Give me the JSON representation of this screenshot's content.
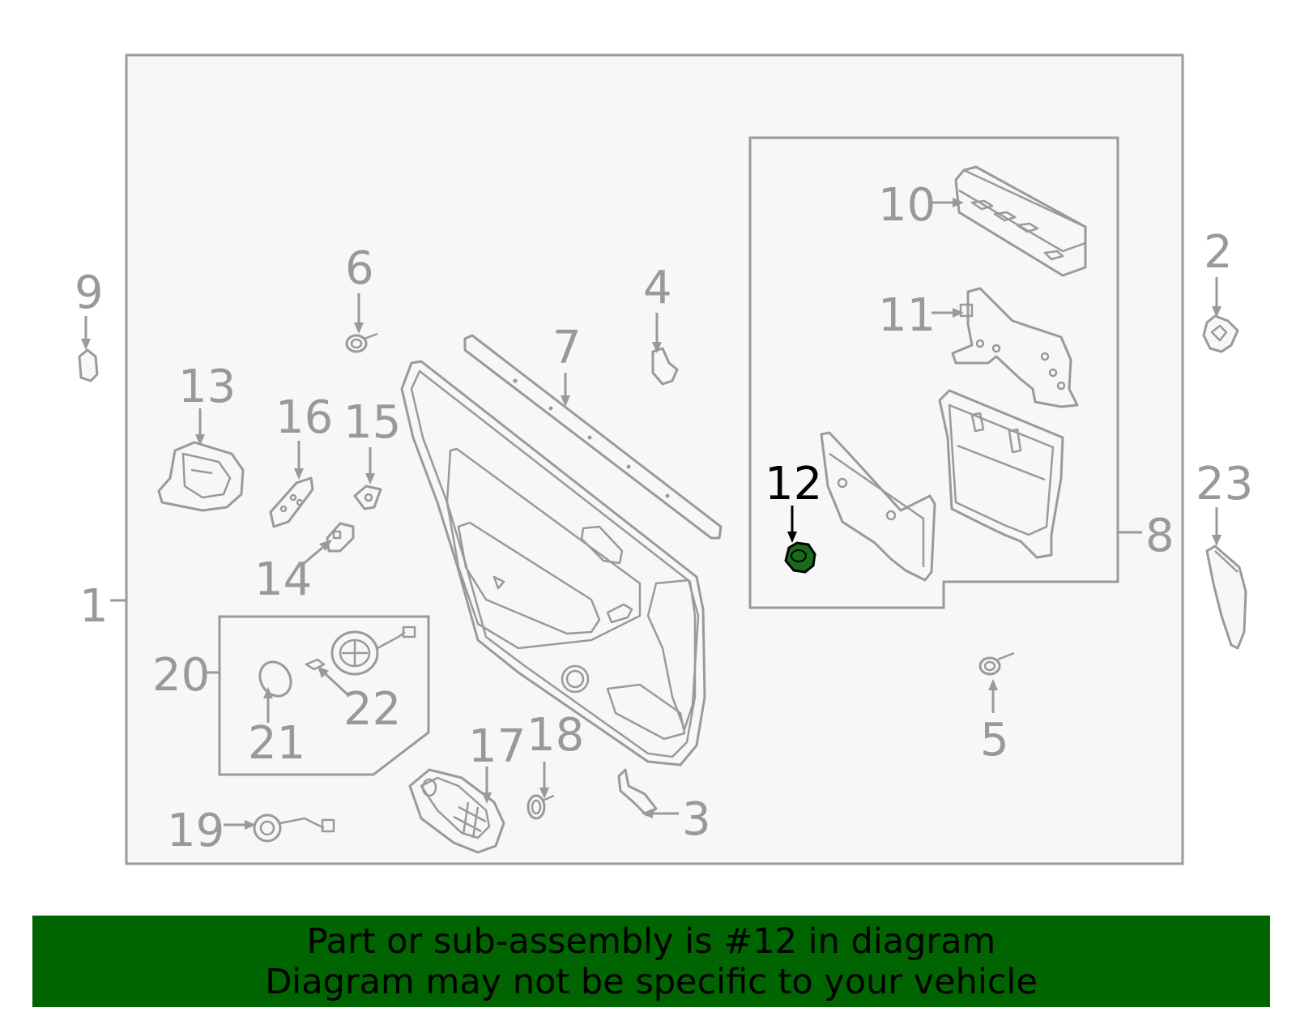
{
  "diagram": {
    "callouts": {
      "c1": "1",
      "c2": "2",
      "c3": "3",
      "c4": "4",
      "c5": "5",
      "c6": "6",
      "c7": "7",
      "c8": "8",
      "c9": "9",
      "c10": "10",
      "c11": "11",
      "c12": "12",
      "c13": "13",
      "c14": "14",
      "c15": "15",
      "c16": "16",
      "c17": "17",
      "c18": "18",
      "c19": "19",
      "c20": "20",
      "c21": "21",
      "c22": "22",
      "c23": "23"
    },
    "highlighted_part": "12",
    "colors": {
      "outline": "#999999",
      "background": "#f7f7f7",
      "highlight_fill": "#1a6b1a",
      "banner": "#006400"
    }
  },
  "banner": {
    "line1": "Part or sub-assembly is #12 in diagram",
    "line2": "Diagram may not be specific to your vehicle"
  }
}
